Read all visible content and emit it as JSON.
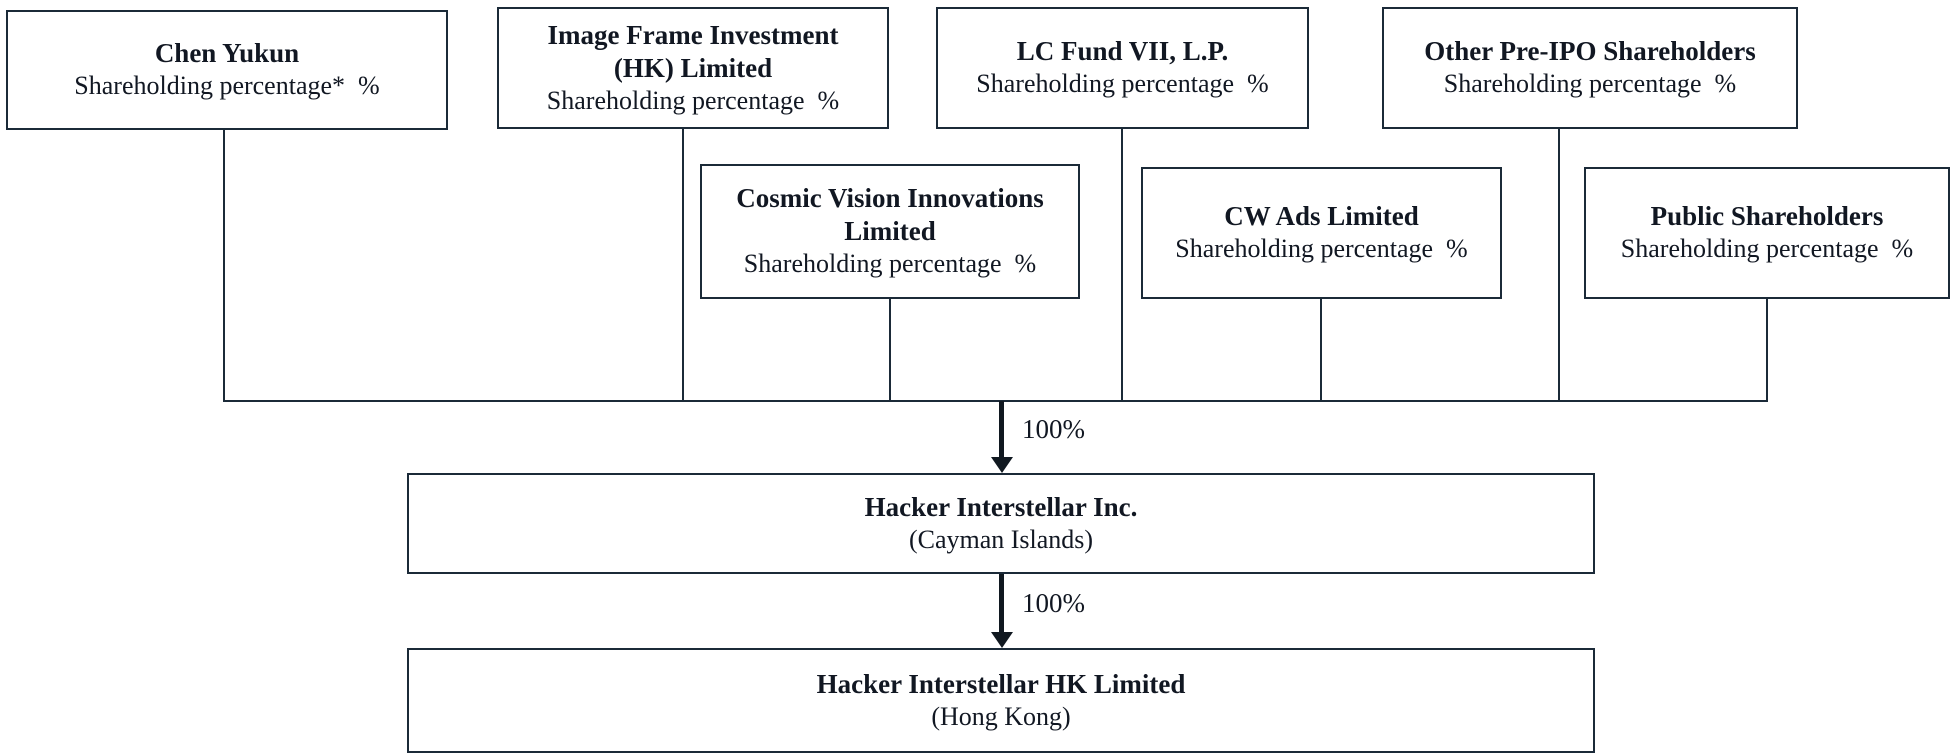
{
  "diagram": {
    "type": "shareholding-structure",
    "line_color": "#1b2a38",
    "arrow_color": "#101820",
    "background_color": "#ffffff",
    "nodes": {
      "chen_yukun": {
        "title": "Chen Yukun",
        "subtitle": "Shareholding percentage*  %"
      },
      "image_frame": {
        "title": "Image Frame Investment\n(HK) Limited",
        "subtitle": "Shareholding percentage  %"
      },
      "lc_fund": {
        "title": "LC Fund VII, L.P.",
        "subtitle": "Shareholding percentage  %"
      },
      "other_pre_ipo": {
        "title": "Other Pre-IPO Shareholders",
        "subtitle": "Shareholding percentage  %"
      },
      "cosmic_vision": {
        "title": "Cosmic Vision Innovations\nLimited",
        "subtitle": "Shareholding percentage  %"
      },
      "cw_ads": {
        "title": "CW Ads Limited",
        "subtitle": "Shareholding percentage  %"
      },
      "public_shareholders": {
        "title": "Public Shareholders",
        "subtitle": "Shareholding percentage  %"
      },
      "hacker_interstellar_inc": {
        "title": "Hacker Interstellar Inc.",
        "subtitle": "(Cayman Islands)"
      },
      "hacker_interstellar_hk": {
        "title": "Hacker Interstellar HK Limited",
        "subtitle": "(Hong Kong)"
      }
    },
    "edges": {
      "shareholders_to_inc_label": "100%",
      "inc_to_hk_label": "100%"
    }
  }
}
